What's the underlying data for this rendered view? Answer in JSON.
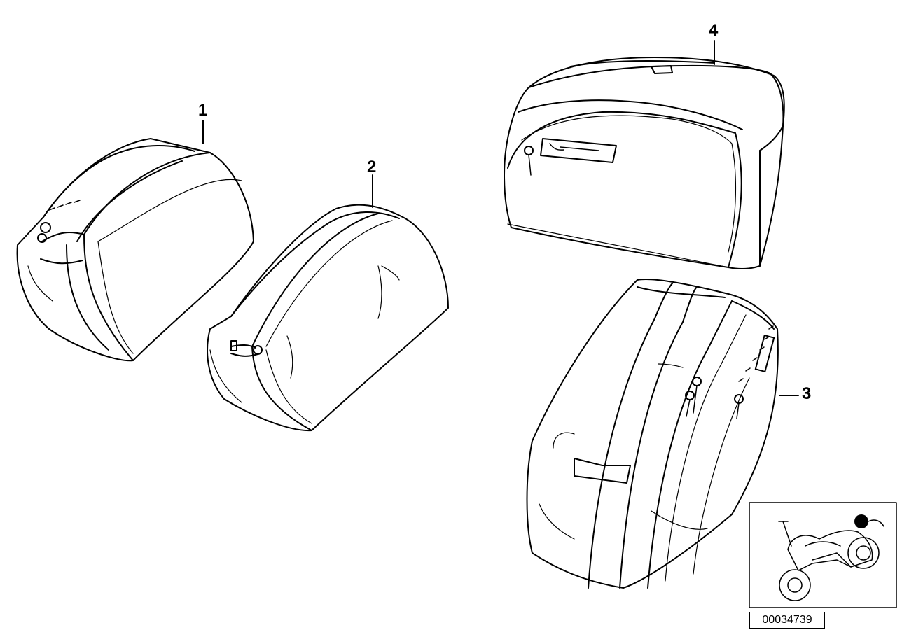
{
  "callouts": {
    "c1": "1",
    "c2": "2",
    "c3": "3",
    "c4": "4"
  },
  "part_number": "00034739",
  "icons": {
    "thumbnail": "motorcycle-location-icon",
    "badge": "brand-badge-icon"
  },
  "colors": {
    "line": "#000000",
    "background": "#ffffff",
    "marker": "#000000"
  }
}
